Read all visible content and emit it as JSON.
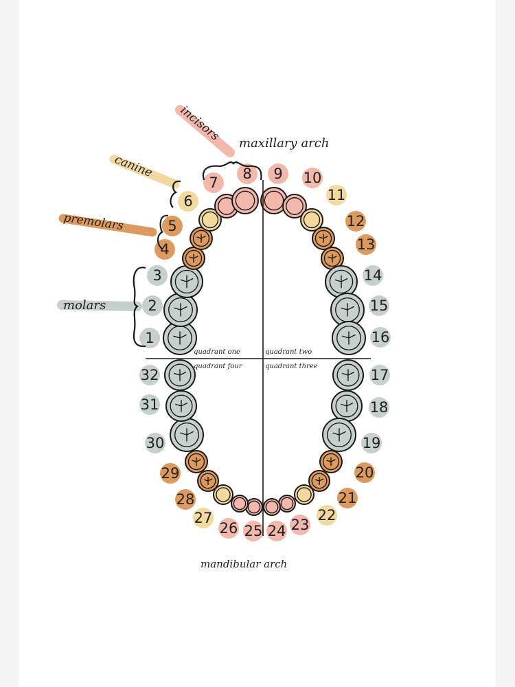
{
  "colors": {
    "incisor": "#f2b8ac",
    "canine": "#f1d9a0",
    "premolar": "#dd9a5e",
    "molar": "#c6d0cd",
    "ink": "#1a1a1a"
  },
  "labels": {
    "incisors": "incisors",
    "canine": "canine",
    "premolars": "premolars",
    "molars": "molars",
    "maxillary": "maxillary arch",
    "mandibular": "mandibular arch",
    "q1": "quadrant one",
    "q2": "quadrant two",
    "q3": "quadrant three",
    "q4": "quadrant four"
  },
  "teeth": [
    {
      "n": "1",
      "type": "molar"
    },
    {
      "n": "2",
      "type": "molar"
    },
    {
      "n": "3",
      "type": "molar"
    },
    {
      "n": "4",
      "type": "premolar"
    },
    {
      "n": "5",
      "type": "premolar"
    },
    {
      "n": "6",
      "type": "canine"
    },
    {
      "n": "7",
      "type": "incisor"
    },
    {
      "n": "8",
      "type": "incisor"
    },
    {
      "n": "9",
      "type": "incisor"
    },
    {
      "n": "10",
      "type": "incisor"
    },
    {
      "n": "11",
      "type": "canine"
    },
    {
      "n": "12",
      "type": "premolar"
    },
    {
      "n": "13",
      "type": "premolar"
    },
    {
      "n": "14",
      "type": "molar"
    },
    {
      "n": "15",
      "type": "molar"
    },
    {
      "n": "16",
      "type": "molar"
    },
    {
      "n": "17",
      "type": "molar"
    },
    {
      "n": "18",
      "type": "molar"
    },
    {
      "n": "19",
      "type": "molar"
    },
    {
      "n": "20",
      "type": "premolar"
    },
    {
      "n": "21",
      "type": "premolar"
    },
    {
      "n": "22",
      "type": "canine"
    },
    {
      "n": "23",
      "type": "incisor"
    },
    {
      "n": "24",
      "type": "incisor"
    },
    {
      "n": "25",
      "type": "incisor"
    },
    {
      "n": "26",
      "type": "incisor"
    },
    {
      "n": "27",
      "type": "canine"
    },
    {
      "n": "28",
      "type": "premolar"
    },
    {
      "n": "29",
      "type": "premolar"
    },
    {
      "n": "30",
      "type": "molar"
    },
    {
      "n": "31",
      "type": "molar"
    },
    {
      "n": "32",
      "type": "molar"
    }
  ]
}
